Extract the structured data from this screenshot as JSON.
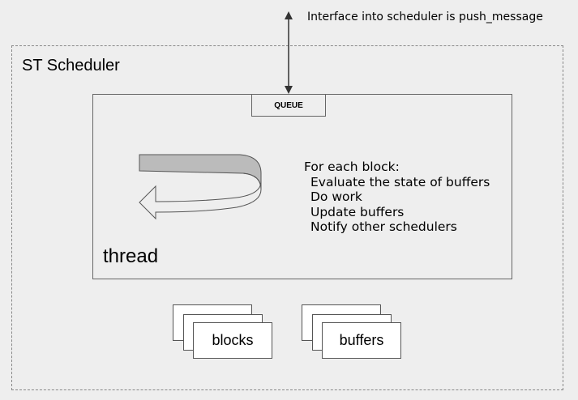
{
  "diagram": {
    "title": "ST Scheduler",
    "interface_note": "Interface into scheduler is push_message",
    "queue_label": "QUEUE",
    "thread_label": "thread",
    "steps": {
      "heading": "For each block:",
      "items": [
        "Evaluate the state of buffers",
        "Do work",
        "Update buffers",
        "Notify other schedulers"
      ]
    },
    "stacks": [
      {
        "label": "blocks"
      },
      {
        "label": "buffers"
      }
    ]
  },
  "colors": {
    "background": "#eeeeee",
    "border": "#666666",
    "loop_fill": "#bbbbbb"
  }
}
